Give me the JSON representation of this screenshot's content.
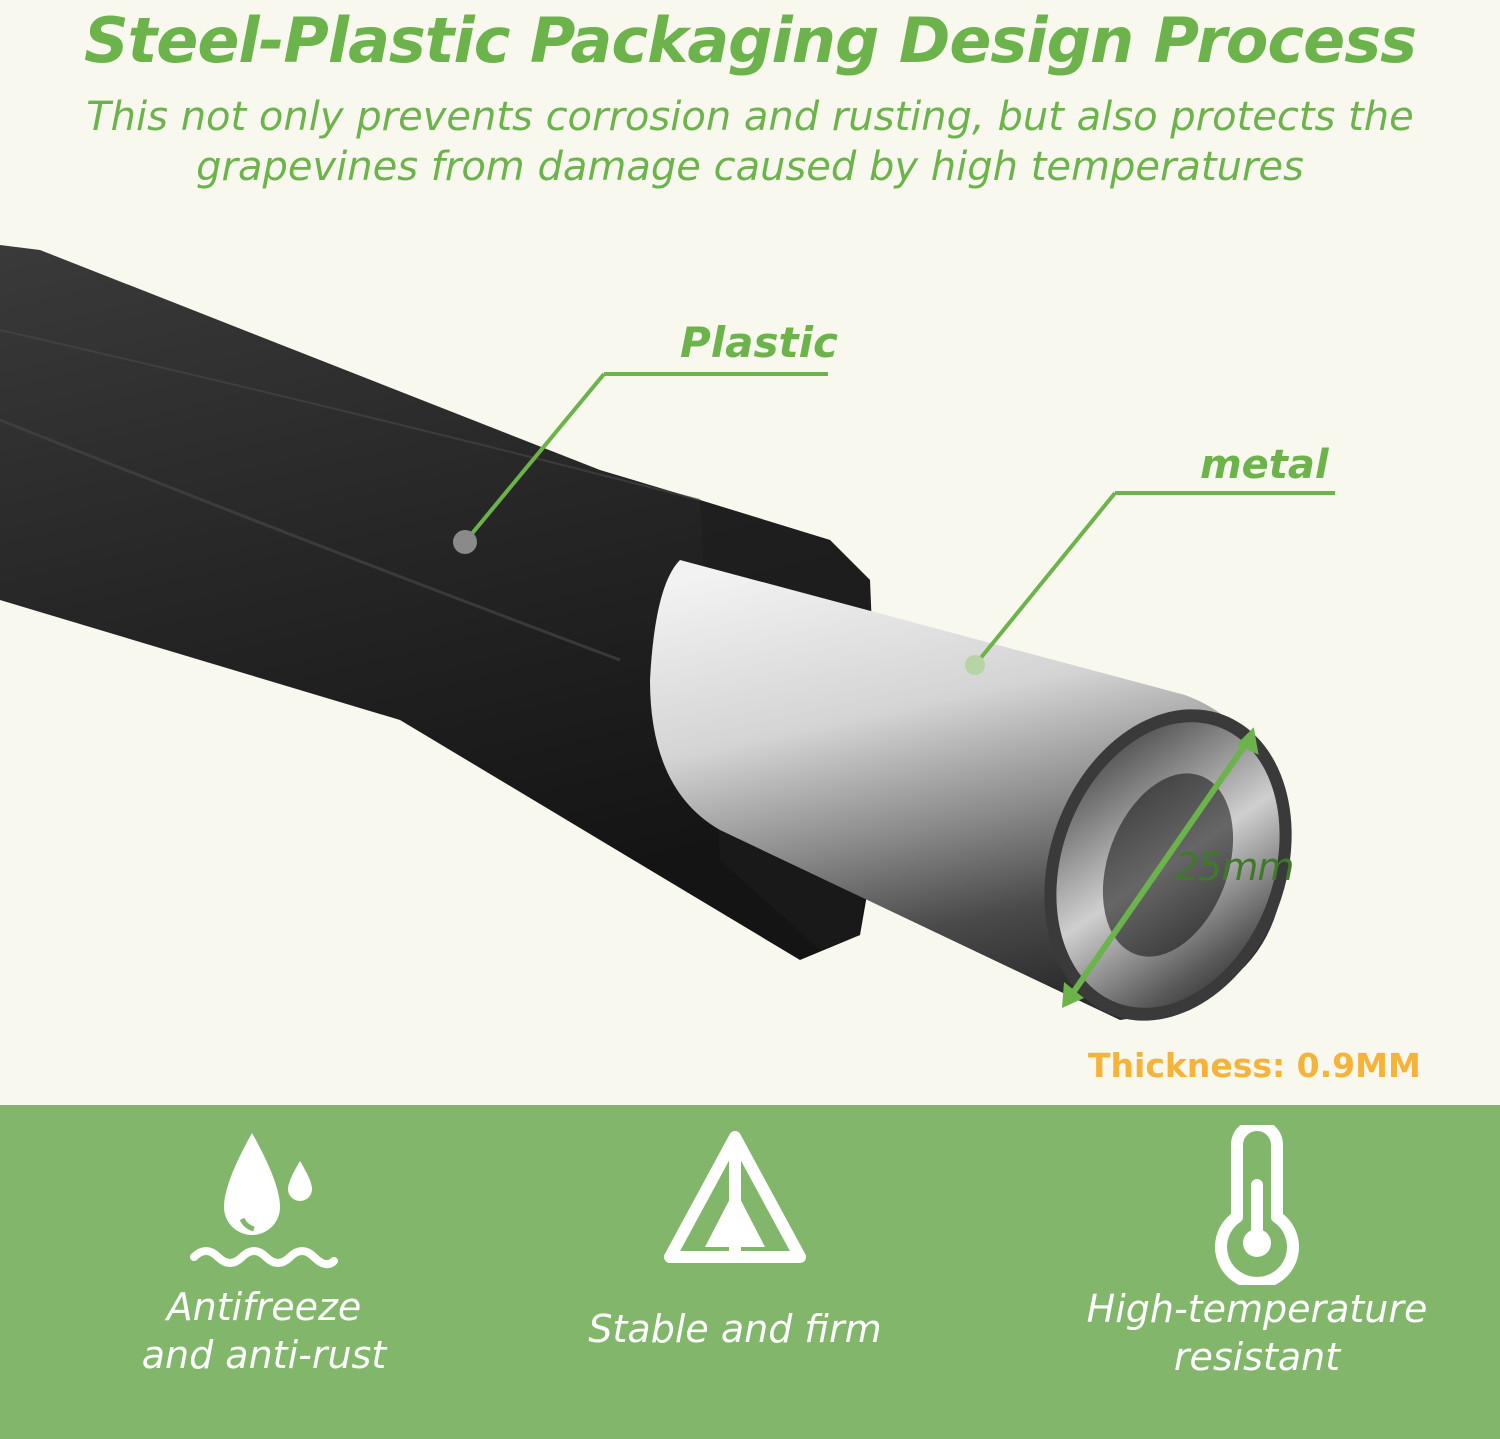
{
  "header": {
    "title": "Steel-Plastic Packaging Design Process",
    "subtitle_line1": "This not only prevents corrosion and rusting, but also protects the",
    "subtitle_line2": "grapevines from damage caused by high temperatures"
  },
  "diagram": {
    "plastic_label": "Plastic",
    "metal_label": "metal",
    "diameter_label": "25mm",
    "thickness_label": "Thickness: 0.9MM"
  },
  "features": [
    {
      "icon": "water-drop-icon",
      "line1": "Antifreeze",
      "line2": "and anti-rust"
    },
    {
      "icon": "pyramid-icon",
      "line1": "Stable and firm",
      "line2": ""
    },
    {
      "icon": "thermometer-icon",
      "line1": "High-temperature",
      "line2": "resistant"
    }
  ],
  "colors": {
    "accent_green": "#6bb34a",
    "band_green": "#82b76b",
    "thickness_orange": "#f5b33a",
    "background": "#f9f8ef"
  }
}
